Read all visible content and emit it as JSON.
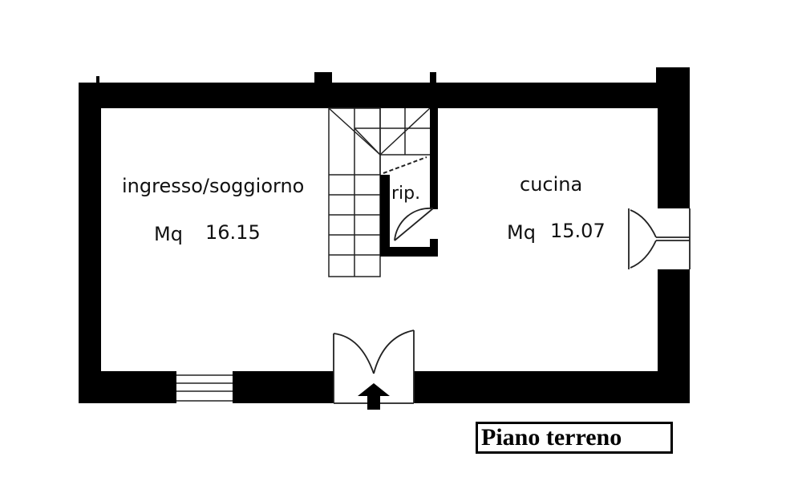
{
  "rooms": {
    "living": {
      "name": "ingresso/soggiorno",
      "area_prefix": "Mq",
      "area_value": "16.15"
    },
    "kitchen": {
      "name": "cucina",
      "area_prefix": "Mq",
      "area_value": "15.07"
    },
    "closet": {
      "name": "rip."
    }
  },
  "caption": {
    "label": "Piano terreno"
  },
  "colors": {
    "wall": "#000000",
    "line": "#222222",
    "background": "#ffffff"
  }
}
